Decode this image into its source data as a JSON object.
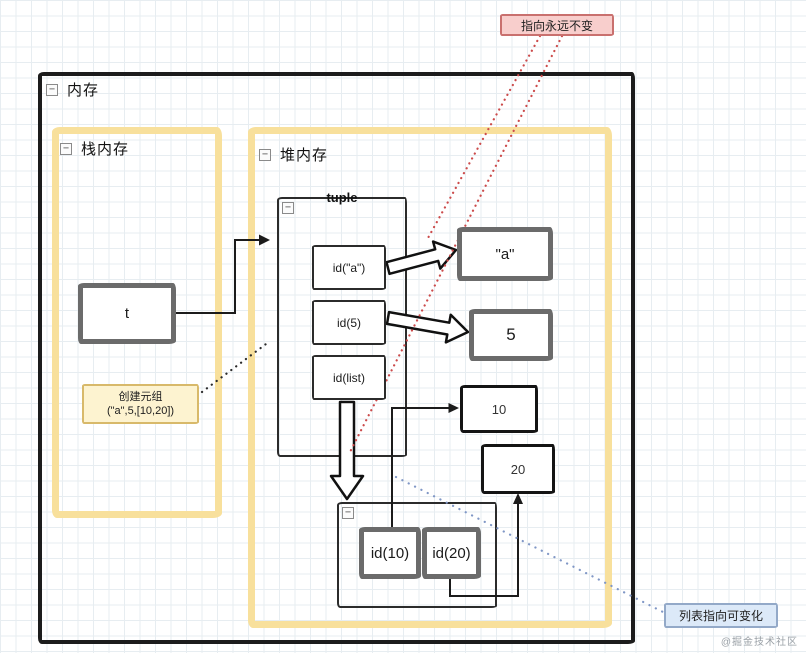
{
  "containers": {
    "memory_label": "内存",
    "stack_label": "栈内存",
    "heap_label": "堆内存",
    "tuple_label": "tuple"
  },
  "nodes": {
    "t": "t",
    "id_a": "id(\"a\")",
    "id_5": "id(5)",
    "id_list": "id(list)",
    "val_a": "\"a\"",
    "val_5": "5",
    "val_10": "10",
    "val_20": "20",
    "id_10": "id(10)",
    "id_20": "id(20)"
  },
  "annotations": {
    "pointer_immutable": "指向永远不变",
    "create_tuple": {
      "line1": "创建元组",
      "line2": "(\"a\",5,[10,20])"
    },
    "list_mutable": "列表指向可变化"
  },
  "watermark": "@掘金技术社区",
  "icons": {
    "collapse": "−"
  },
  "colors": {
    "outer-border": "#1c1c1c",
    "region-border": "#F8E09C",
    "node-border": "#2b2b2b",
    "value-border": "#6b6b6b",
    "int-border": "#141414",
    "pink-bg": "#F8CECC",
    "pink-border": "#C9706E",
    "yellow-bg": "#FDF3D0",
    "yellow-border": "#D8B96A",
    "blue-bg": "#DCE9F8",
    "blue-border": "#93A9C8",
    "red-dot": "#CC4B4B",
    "black-dot": "#2b2b2b",
    "blue-dot": "#8097C6",
    "grid": "#E7EDF1",
    "watermark": "#9aa0a6"
  }
}
